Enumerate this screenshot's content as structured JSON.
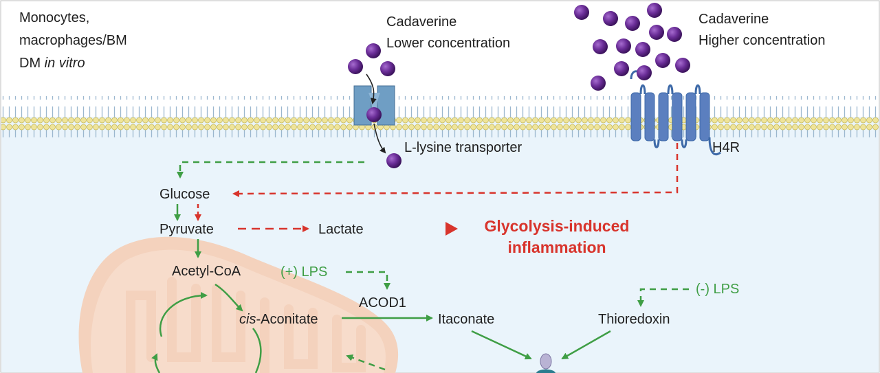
{
  "cell_label": {
    "line1": "Monocytes,",
    "line2": "macrophages/BM",
    "line3_prefix": "DM ",
    "line3_italic": "in vitro"
  },
  "cadaverine_low": {
    "line1": "Cadaverine",
    "line2": "Lower concentration"
  },
  "cadaverine_high": {
    "line1": "Cadaverine",
    "line2": "Higher concentration"
  },
  "transporter_label": "L-lysine transporter",
  "receptor_label": "H4R",
  "metabolites": {
    "glucose": "Glucose",
    "pyruvate": "Pyruvate",
    "lactate": "Lactate",
    "acetyl_coa": "Acetyl-CoA",
    "cis_aconitate_italic": "cis",
    "cis_aconitate_rest": "-Aconitate",
    "acod1": "ACOD1",
    "itaconate": "Itaconate",
    "thioredoxin": "Thioredoxin"
  },
  "lps_positive": "(+) LPS",
  "lps_negative": "(-) LPS",
  "outcome": {
    "line1": "Glycolysis-induced",
    "line2": "inflammation"
  },
  "colors": {
    "background_top": "#ffffff",
    "cytoplasm": "#eaf4fb",
    "membrane_head": "#efe49a",
    "membrane_tail": "#9bb7cf",
    "cadaverine": "#6a2d97",
    "transporter": "#6f9ec4",
    "receptor": "#5b7fbf",
    "mitochondrion": "#f4d2bd",
    "green_arrow": "#3f9e45",
    "red_arrow": "#d8342c"
  }
}
